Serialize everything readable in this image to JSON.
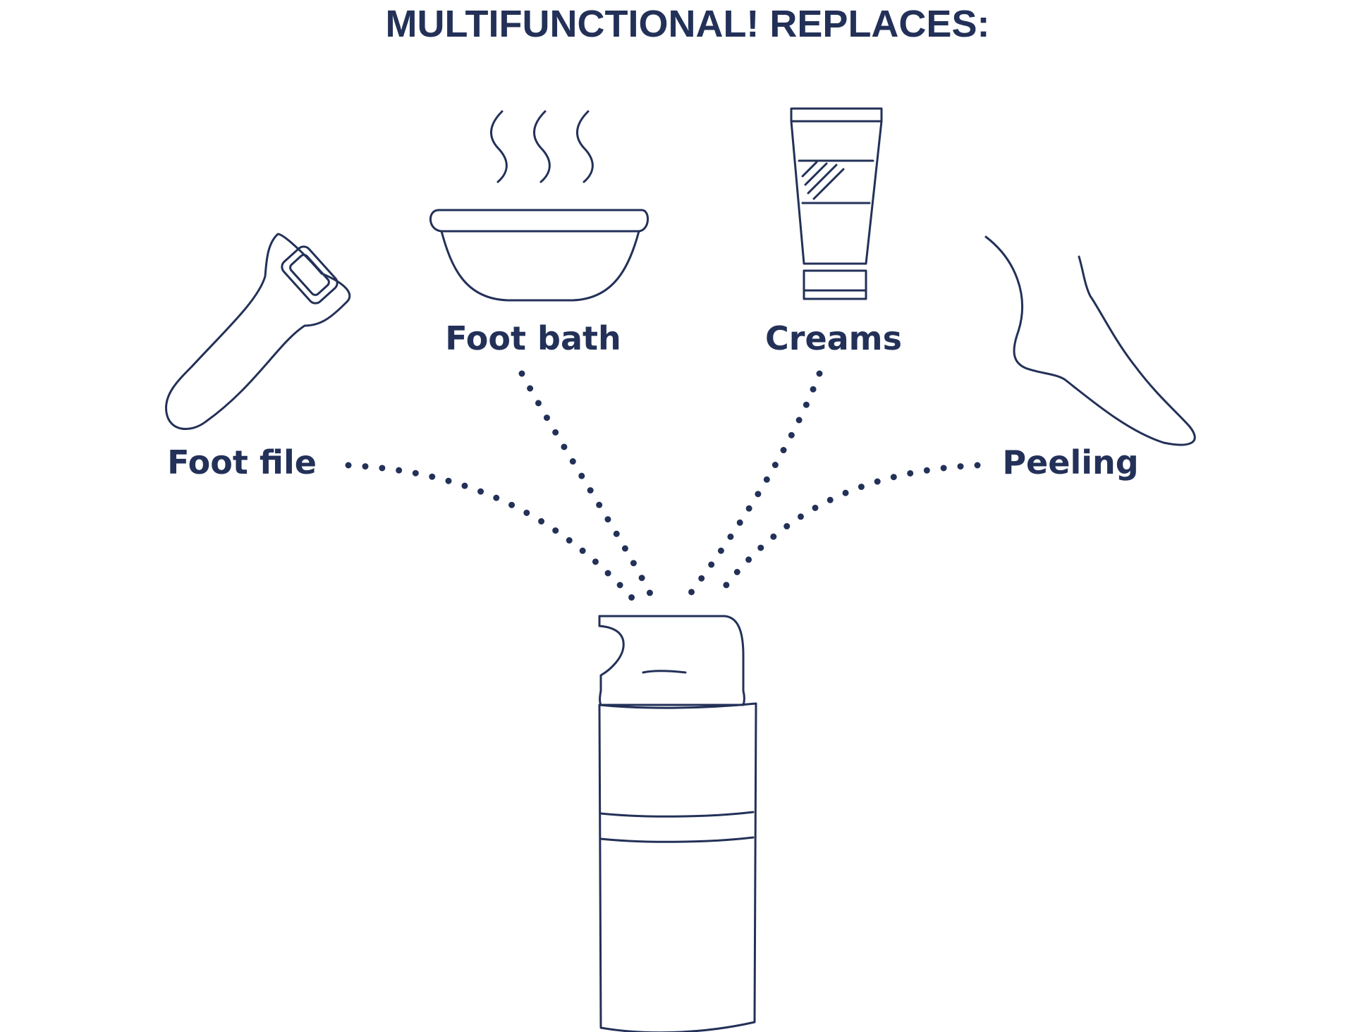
{
  "title": "MULTIFUNCTIONAL! REPLACES:",
  "items": [
    {
      "label": "Foot file",
      "icon": "foot-file-roller-icon"
    },
    {
      "label": "Foot bath",
      "icon": "steaming-bowl-icon"
    },
    {
      "label": "Creams",
      "icon": "cream-tube-icon"
    },
    {
      "label": "Peeling",
      "icon": "foot-icon"
    }
  ],
  "product_icon": "pump-bottle-icon",
  "colors": {
    "ink": "#233158",
    "background": "#ffffff"
  }
}
